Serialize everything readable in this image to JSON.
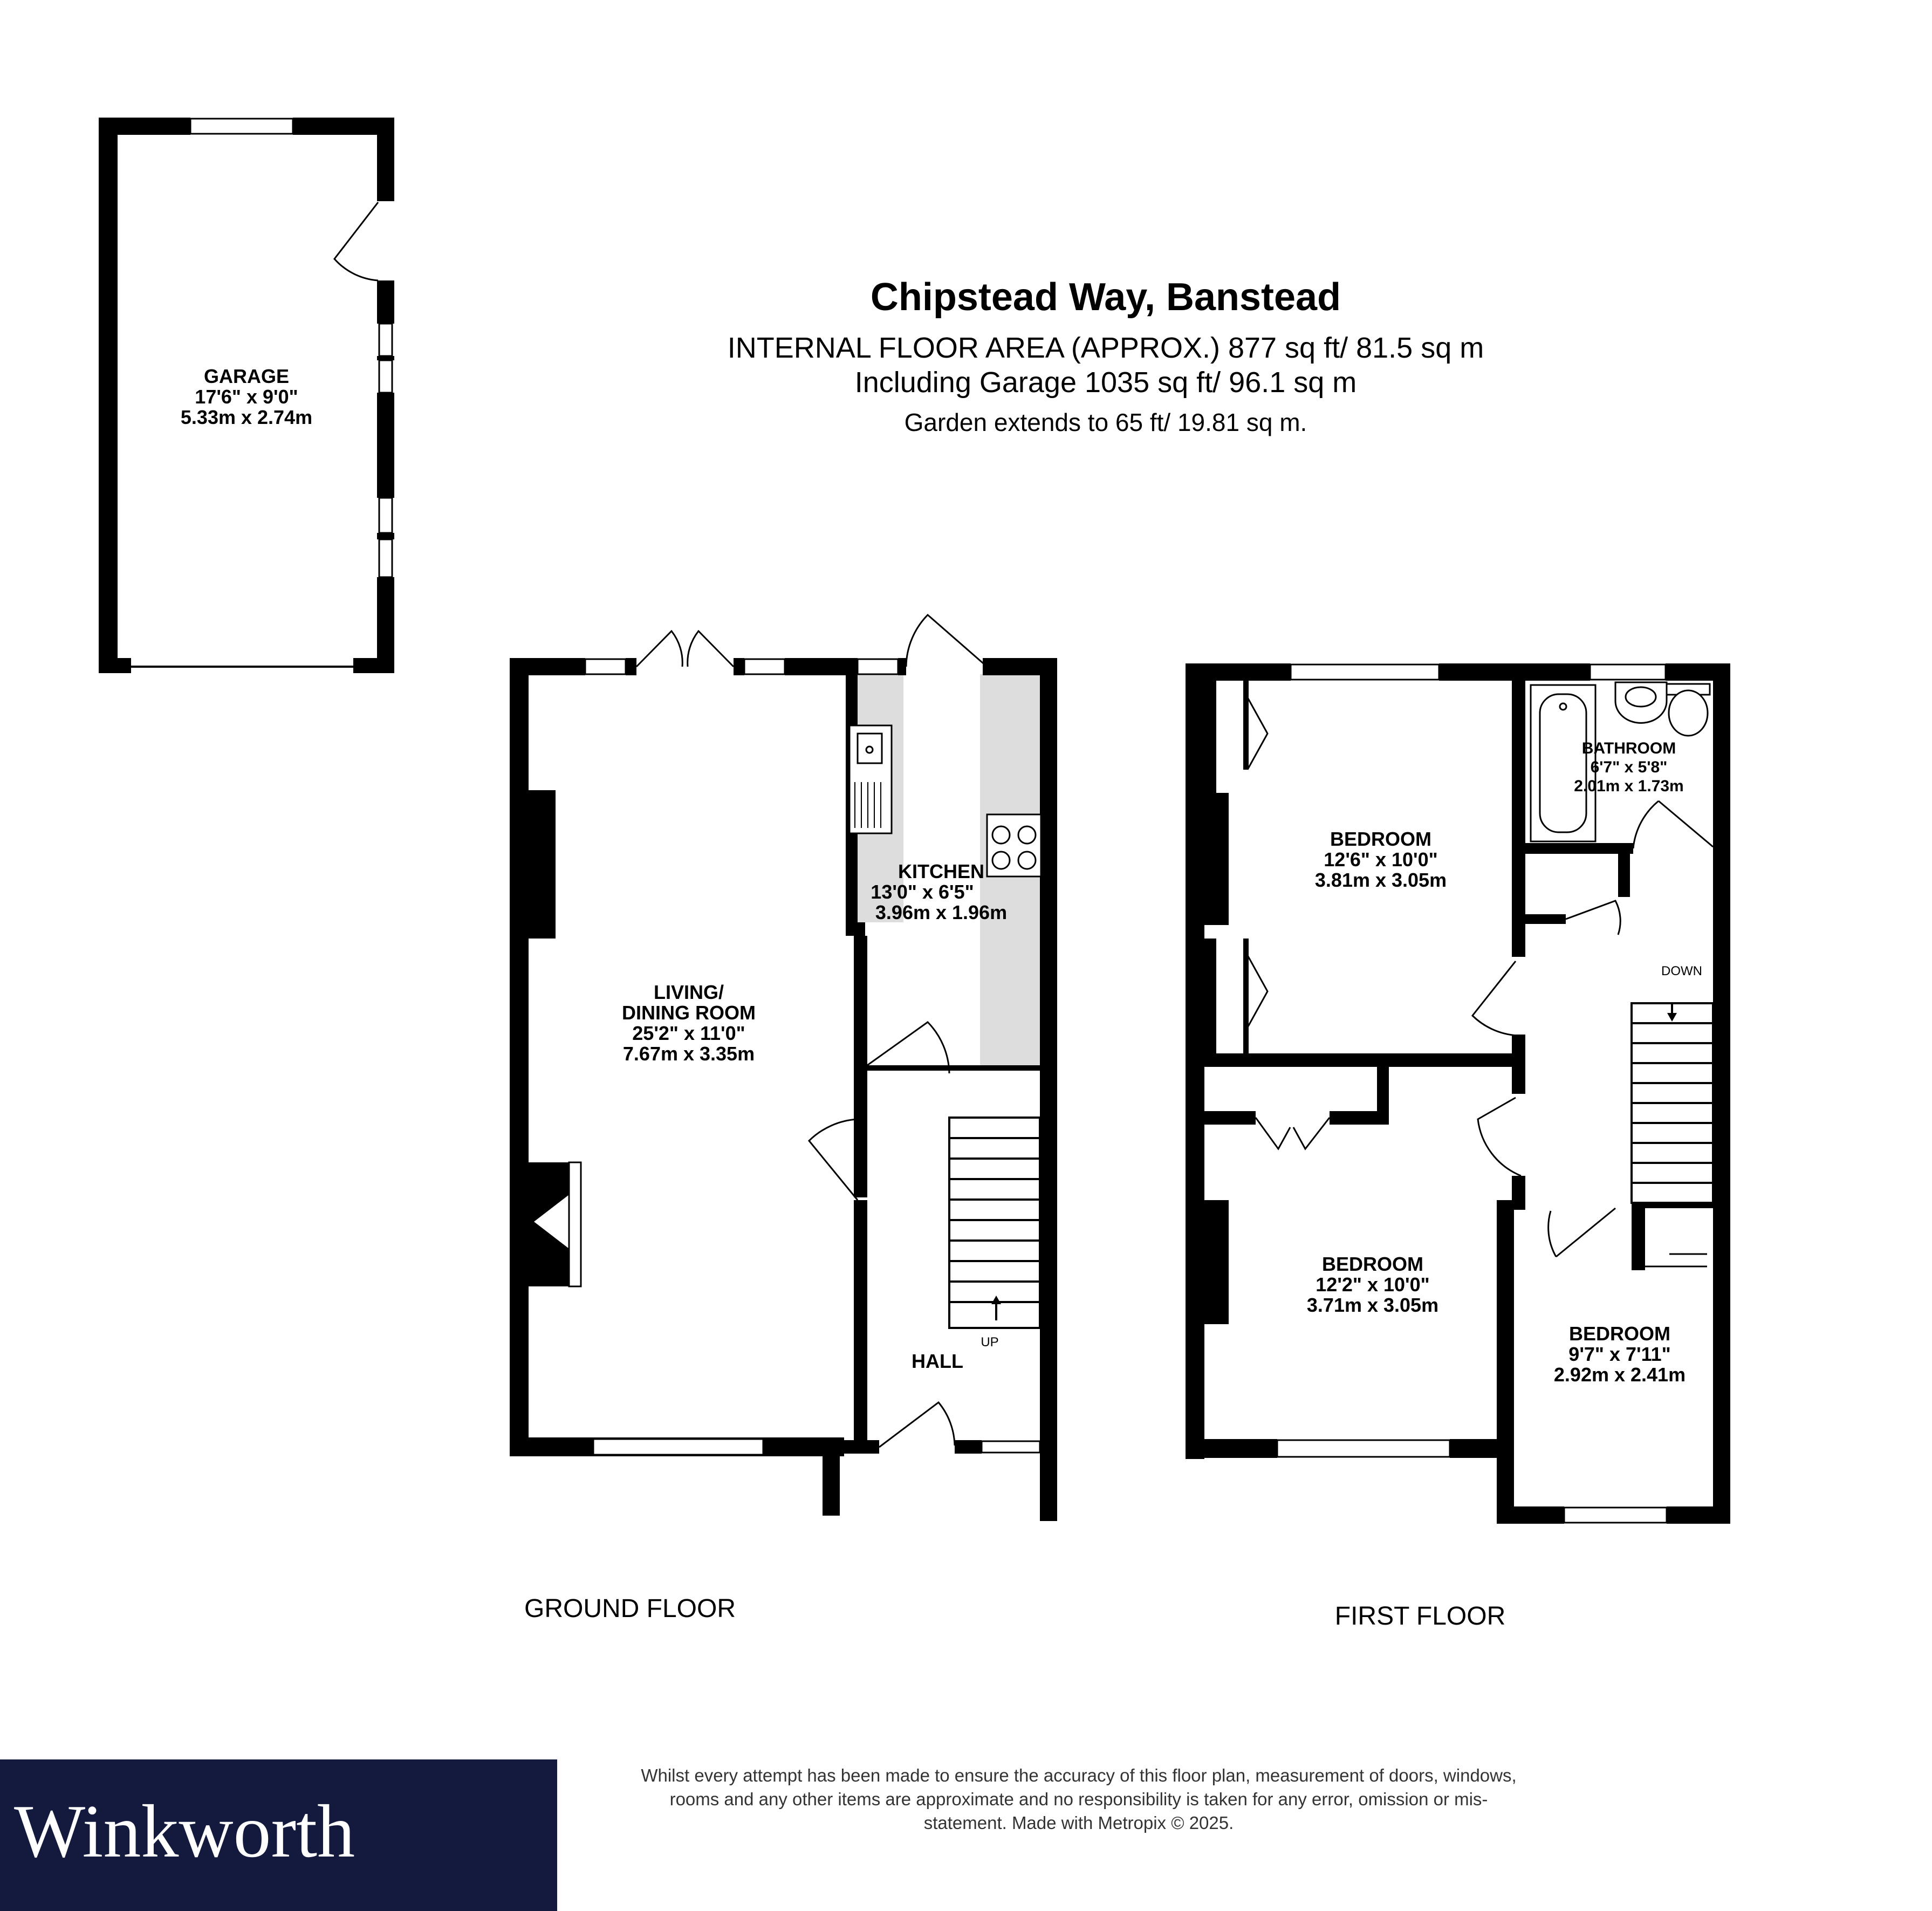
{
  "header": {
    "title": "Chipstead Way, Banstead",
    "internal_area": "INTERNAL FLOOR AREA (APPROX.) 877 sq ft/ 81.5 sq m",
    "including_garage": "Including Garage 1035 sq ft/ 96.1 sq m",
    "garden": "Garden extends to 65 ft/ 19.81 sq m."
  },
  "rooms": {
    "garage": {
      "name": "GARAGE",
      "imperial": "17'6\"  x 9'0\"",
      "metric": "5.33m  x 2.74m"
    },
    "kitchen": {
      "name": "KITCHEN",
      "imperial": "13'0\"  x 6'5\"",
      "metric": "3.96m  x 1.96m"
    },
    "living": {
      "name_line1": "LIVING/",
      "name_line2": "DINING ROOM",
      "imperial": "25'2\"  x 11'0\"",
      "metric": "7.67m  x 3.35m"
    },
    "hall": {
      "name": "HALL"
    },
    "bedroom1": {
      "name": "BEDROOM",
      "imperial": "12'6\"  x 10'0\"",
      "metric": "3.81m  x 3.05m"
    },
    "bathroom": {
      "name": "BATHROOM",
      "imperial": "6'7\"  x 5'8\"",
      "metric": "2.01m  x 1.73m"
    },
    "bedroom2": {
      "name": "BEDROOM",
      "imperial": "12'2\"  x 10'0\"",
      "metric": "3.71m  x 3.05m"
    },
    "bedroom3": {
      "name": "BEDROOM",
      "imperial": "9'7\"  x 7'11\"",
      "metric": "2.92m  x 2.41m"
    }
  },
  "stair_labels": {
    "up": "UP",
    "down": "DOWN"
  },
  "floors": {
    "ground": "GROUND FLOOR",
    "first": "FIRST FLOOR"
  },
  "brand": {
    "name": "Winkworth",
    "color": "#131a3e"
  },
  "disclaimer": "Whilst every attempt has been made to ensure the accuracy of this floor plan, measurement of doors, windows, rooms and any other items are approximate and no responsibility is taken for any error, omission or mis-statement. Made with Metropix © 2025."
}
